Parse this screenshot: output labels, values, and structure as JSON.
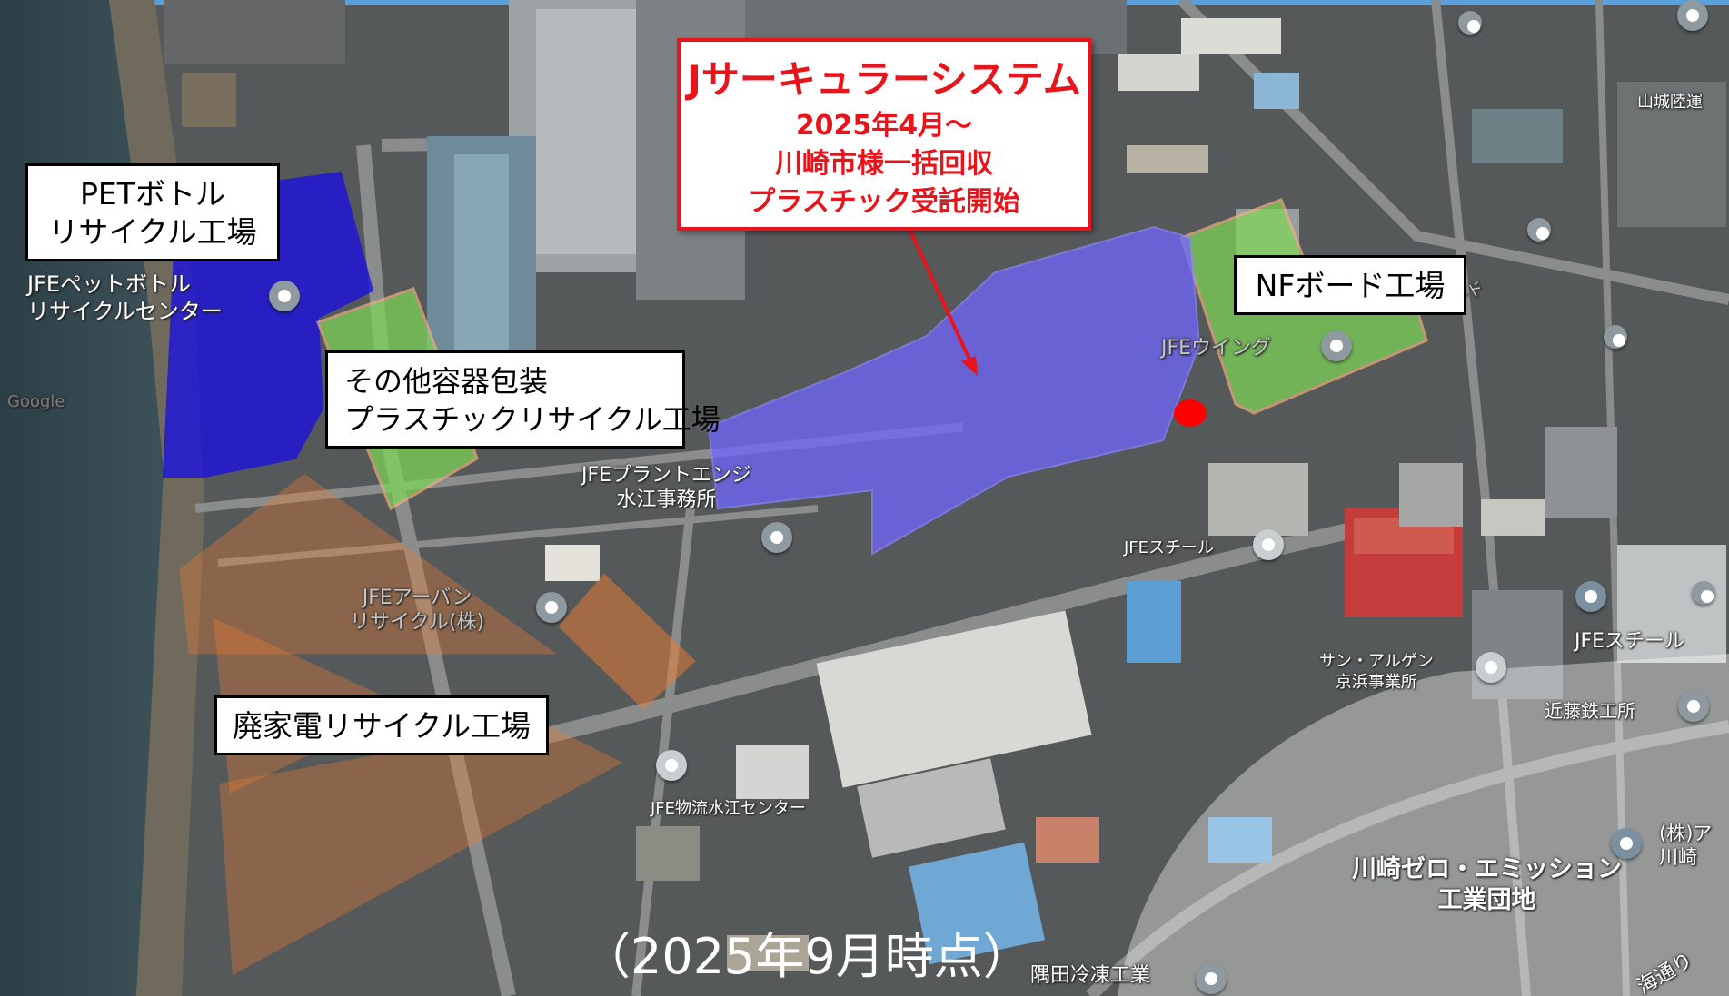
{
  "headline": {
    "line1": "Jサーキュラーシステム",
    "line2": "2025年4月～",
    "line3": "川崎市様一括回収",
    "line4": "プラスチック受託開始"
  },
  "callouts": {
    "pet": {
      "line1": "PETボトル",
      "line2": "リサイクル工場"
    },
    "other_packaging": {
      "line1": "その他容器包装",
      "line2": "プラスチックリサイクル工場"
    },
    "appliance": {
      "line1": "廃家電リサイクル工場"
    },
    "nf_board": {
      "line1": "NFボード工場"
    }
  },
  "map_labels": {
    "jfe_pet": {
      "line1": "JFEペットボトル",
      "line2": "リサイクルセンター"
    },
    "jfe_plant": {
      "line1": "JFEプラントエンジ",
      "line2": "水江事務所"
    },
    "jfe_urban": {
      "line1": "JFEアーバン",
      "line2": "リサイクル(株)"
    },
    "jfe_wing": "JFEウイング",
    "jfe_steel": "JFEスチール",
    "jfe_steel_2": "JFEスチール",
    "sun_arugen": {
      "line1": "サン・アルゲン",
      "line2": "京浜事業所"
    },
    "kondo": "近藤鉄工所",
    "jfe_logistics": "JFE物流水江センター",
    "zero_emission": {
      "line1": "川崎ゼロ・エミッション",
      "line2": "工業団地"
    },
    "yamashiro": "山城陸運",
    "sumida": "隅田冷凍工業",
    "kabu": {
      "line1": "(株)ア",
      "line2": "川崎"
    },
    "kaido": "海通り",
    "google": "Google",
    "road_board": "ボード"
  },
  "footer": {
    "as_of": "（2025年9月時点）"
  },
  "colors": {
    "callout_red": "#e8141b",
    "pet_blue": "#1a10e0",
    "nf_purple": "#6e66ff",
    "green_zone": "#7ed957",
    "orange_zone": "#ef7d31",
    "marker_red": "#ff0000"
  },
  "icons": [
    "map-pin-icon",
    "bus-stop-icon",
    "red-dot-marker"
  ]
}
